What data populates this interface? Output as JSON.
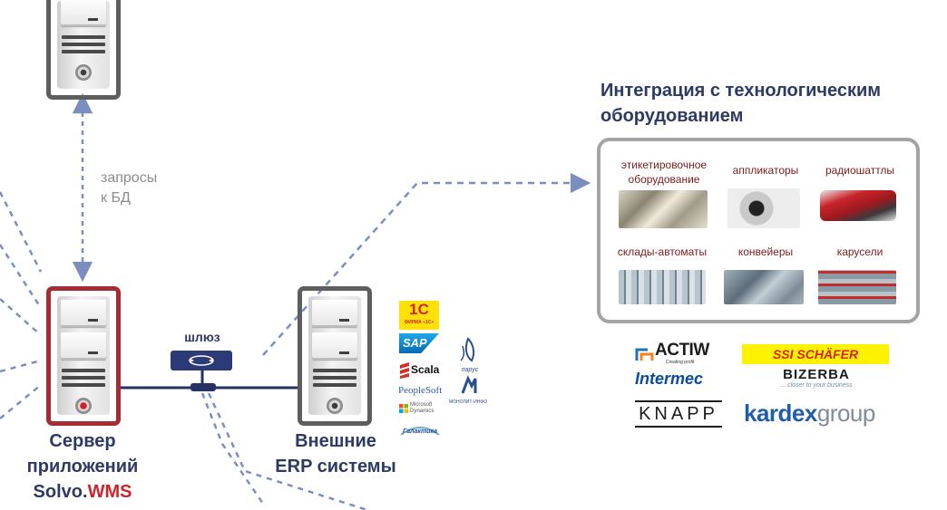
{
  "labels": {
    "db_queries_line1": "запросы",
    "db_queries_line2": "к БД",
    "gateway": "шлюз",
    "server_caption_line1": "Сервер",
    "server_caption_line2": "приложений",
    "server_caption_brand_a": "Solvo.",
    "server_caption_brand_b": "WMS",
    "erp_caption_line1": "Внешние",
    "erp_caption_line2": "ERP системы"
  },
  "integration": {
    "title_line1": "Интеграция с технологическим",
    "title_line2": "оборудованием",
    "equipment": [
      {
        "label": "этикетировочное оборудование",
        "icon": "labeling-equipment-photo"
      },
      {
        "label": "аппликаторы",
        "icon": "applicator-photo"
      },
      {
        "label": "радиошаттлы",
        "icon": "radio-shuttle-photo"
      },
      {
        "label": "склады-автоматы",
        "icon": "automated-warehouse-photo"
      },
      {
        "label": "конвейеры",
        "icon": "conveyor-photo"
      },
      {
        "label": "карусели",
        "icon": "carousel-photo"
      }
    ]
  },
  "erp_logos": {
    "one_c_top": "1С",
    "one_c_bottom": "ФИРМА «1С»",
    "sap": "SAP",
    "scala": "Scala",
    "peoplesoft": "PeopleSoft",
    "ms_top": "Microsoft",
    "ms_bottom": "Dynamics",
    "galaktika": "Галактика",
    "parus": "парус",
    "monolit": "МОНОЛИТ-ИНФО"
  },
  "partner_logos": {
    "actiw": "ACTIW",
    "actiw_tagline": "Creating profit",
    "ssi": "SSI SCHÄFER",
    "intermec": "Intermec",
    "bizerba": "BIZERBA",
    "bizerba_tagline": "... closer to your business",
    "knapp": "KNAPP",
    "kardex_a": "kardex",
    "kardex_b": "group"
  },
  "colors": {
    "accent_red": "#d2232a",
    "navy": "#2d3a63",
    "dash_blue": "#7a8fbf",
    "server_red_border": "#a62c33",
    "server_gray_border": "#5e5e5e",
    "panel_border": "#a4a4a4",
    "equipment_text": "#7a1c1c"
  }
}
